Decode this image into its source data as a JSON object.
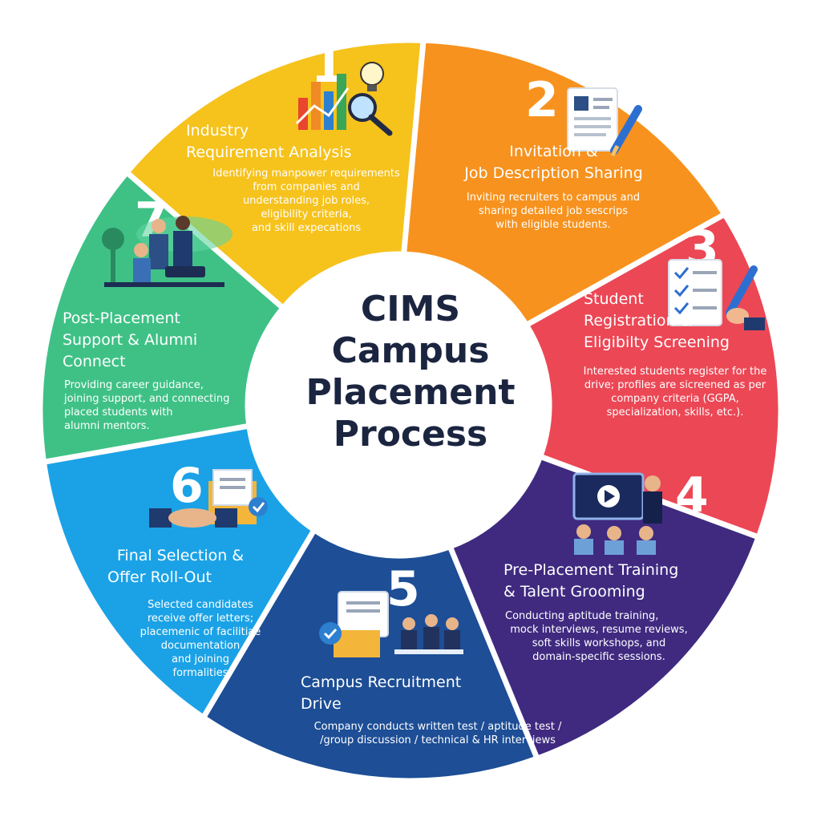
{
  "center": {
    "title_lines": [
      "CIMS",
      "Campus",
      "Placement",
      "Process"
    ]
  },
  "colors": {
    "step1": "#f6c21c",
    "step2": "#f7921e",
    "step3": "#ec4755",
    "step4": "#3f2a80",
    "step5": "#1d4e96",
    "step6": "#1ba2e6",
    "step7": "#3fc186"
  },
  "steps": [
    {
      "number": "1",
      "icon": "bar-chart-lightbulb-magnifier-icon",
      "title_lines": [
        "Industry",
        "Requirement Analysis"
      ],
      "desc_lines": [
        "Identifying manpower requirements",
        "from companies and",
        "understanding job roles,",
        "eligibility criteria,",
        "and skill expecations"
      ]
    },
    {
      "number": "2",
      "icon": "job-description-document-pen-icon",
      "title_lines": [
        "Invitation &",
        "Job Description Sharing"
      ],
      "desc_lines": [
        "Inviting recruiters to campus and",
        "sharing detailed job sescrips",
        "with eligible students."
      ]
    },
    {
      "number": "3",
      "icon": "checklist-clipboard-pen-icon",
      "title_lines": [
        "Student",
        "Registration &",
        "Eligibilty Screening"
      ],
      "desc_lines": [
        "Interested students register for the",
        "drive; profiles are sicreened as per",
        "company criteria (GGPA,",
        "specialization, skills, etc.)."
      ]
    },
    {
      "number": "4",
      "icon": "training-presentation-icon",
      "title_lines": [
        "Pre-Placement Training",
        "& Talent Grooming"
      ],
      "desc_lines": [
        "Conducting aptitude training,",
        "mock interviews, resume reviews,",
        "soft skills workshops, and",
        "domain-specific sessions."
      ]
    },
    {
      "number": "5",
      "icon": "recruitment-interview-panel-icon",
      "title_lines": [
        "Campus Recruitment",
        "Drive"
      ],
      "desc_lines": [
        "Company conducts written test / aptitude test /",
        "/group discussion / technical & HR interviews"
      ]
    },
    {
      "number": "6",
      "icon": "handshake-offer-letter-icon",
      "title_lines": [
        "Final Selection &",
        "Offer Roll-Out"
      ],
      "desc_lines": [
        "Selected candidates",
        "receive offer letters;",
        "placemenic of facilitiae",
        "documentation",
        "and joining",
        "formalities"
      ]
    },
    {
      "number": "7",
      "icon": "alumni-mentoring-icon",
      "title_lines": [
        "Post-Placement",
        "Support & Alumni",
        "Connect"
      ],
      "desc_lines": [
        "Providing career guidance,",
        "joining support, and connecting",
        "placed students with",
        "alumni mentors."
      ]
    }
  ]
}
